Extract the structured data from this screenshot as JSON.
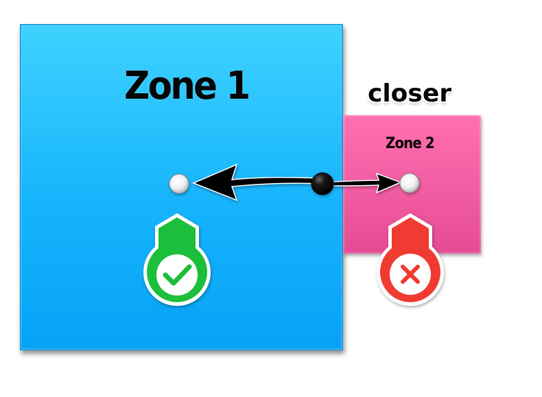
{
  "diagram": {
    "zone1": {
      "title": "Zone 1",
      "color": "#16b4fc"
    },
    "zone2": {
      "title": "Zone 2",
      "color": "#f25ca2"
    },
    "annotation": {
      "text": "closer"
    },
    "markers": {
      "accepted": {
        "icon": "check-icon",
        "color": "#1fbf3a"
      },
      "rejected": {
        "icon": "x-icon",
        "color": "#ef3b33"
      }
    }
  }
}
